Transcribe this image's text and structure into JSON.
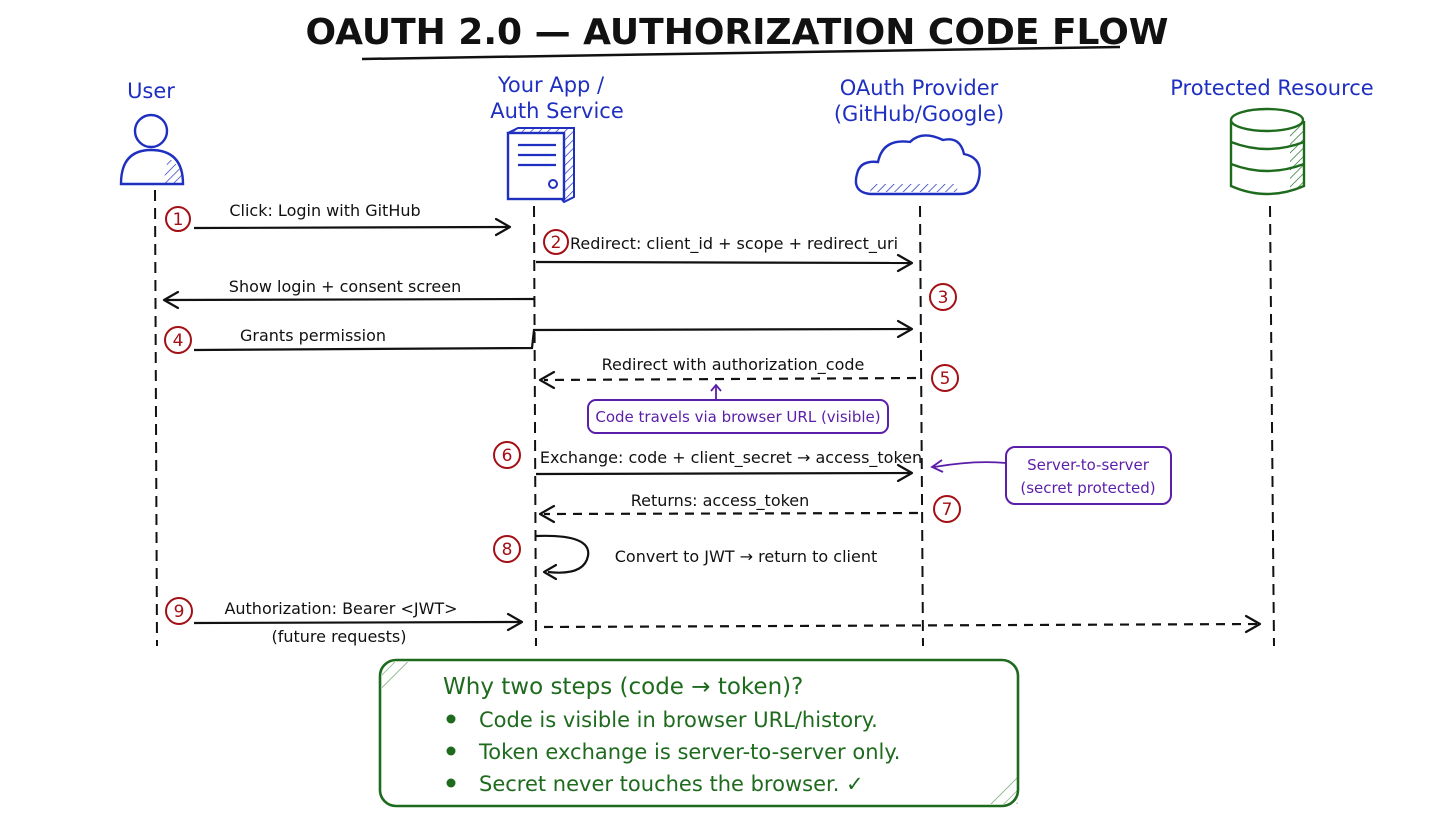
{
  "title": "OAUTH 2.0 — AUTHORIZATION CODE FLOW",
  "actors": {
    "user": "User",
    "app_line1": "Your App /",
    "app_line2": "Auth Service",
    "provider_line1": "OAuth Provider",
    "provider_line2": "(GitHub/Google)",
    "resource": "Protected Resource"
  },
  "steps": {
    "n1": "1",
    "n2": "2",
    "n3": "3",
    "n4": "4",
    "n5": "5",
    "n6": "6",
    "n7": "7",
    "n8": "8",
    "n9": "9"
  },
  "messages": {
    "m1": "Click: Login with GitHub",
    "m2": "Redirect: client_id + scope + redirect_uri",
    "m3": "Show login + consent screen",
    "m4": "Grants permission",
    "m5": "Redirect with authorization_code",
    "m6": "Exchange: code + client_secret → access_token",
    "m7": "Returns: access_token",
    "m8": "Convert to JWT → return to client",
    "m9_line1": "Authorization: Bearer <JWT>",
    "m9_line2": "(future requests)"
  },
  "notes": {
    "browser": "Code travels via browser URL (visible)",
    "server_line1": "Server-to-server",
    "server_line2": "(secret protected)"
  },
  "summary": {
    "heading": "Why two steps (code → token)?",
    "bullets": [
      "Code is visible in browser URL/history.",
      "Token exchange is server-to-server only.",
      "Secret never touches the browser. ✓"
    ]
  },
  "colors": {
    "actor_blue": "#1f2fc0",
    "number_red": "#a30f14",
    "note_purple": "#5b1ea8",
    "summary_green": "#1e6b1e"
  },
  "icons": {
    "user": "user-icon",
    "app": "server-icon",
    "provider": "cloud-icon",
    "resource": "database-icon"
  }
}
